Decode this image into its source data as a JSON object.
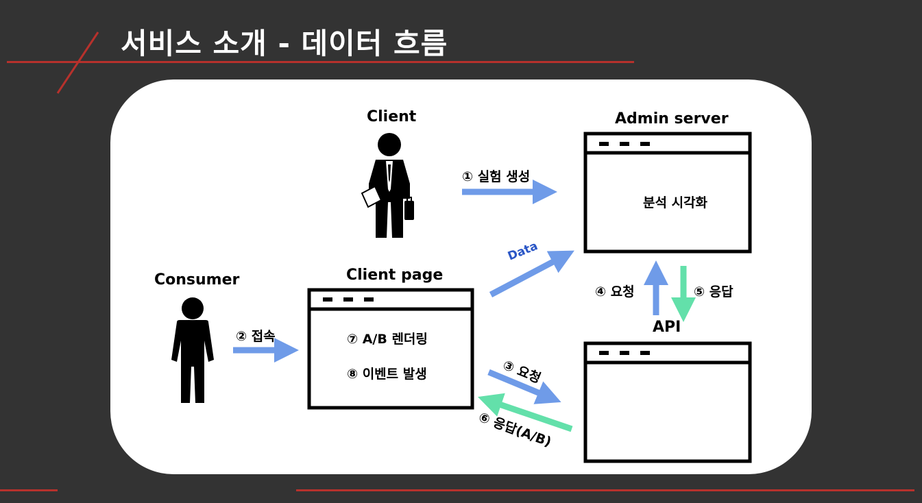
{
  "page": {
    "title": "서비스 소개 - 데이터 흐름"
  },
  "actors": {
    "client": "Client",
    "consumer": "Consumer"
  },
  "windows": {
    "admin_server": {
      "label": "Admin server",
      "content": "분석 시각화"
    },
    "client_page": {
      "label": "Client page",
      "line1": "⑦ A/B 렌더링",
      "line2": "⑧ 이벤트 발생"
    },
    "api": {
      "label": "API"
    }
  },
  "flows": {
    "step1": "① 실험 생성",
    "step2": "② 접속",
    "step3": "③ 요청",
    "step4": "④ 요청",
    "step5": "⑤ 응답",
    "step6": "⑥ 응답(A/B)",
    "data": "Data"
  },
  "colors": {
    "background": "#333333",
    "accent_red": "#b7312c",
    "arrow_blue": "#6f9be8",
    "arrow_green": "#63e0aa",
    "data_label": "#2a56c6"
  }
}
